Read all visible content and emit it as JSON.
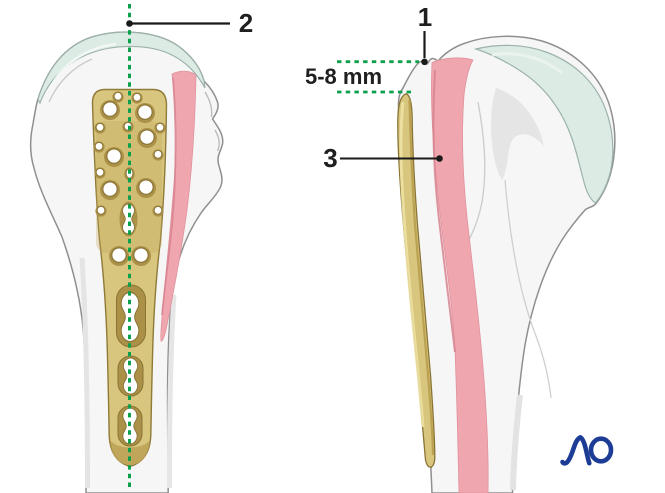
{
  "callouts": {
    "one": "1",
    "two": "2",
    "three": "3"
  },
  "dimension_label": "5-8 mm",
  "logo": {
    "text": "AO"
  },
  "colors": {
    "guide_green": "#0da04c",
    "plate_gold": "#d8c67e",
    "plate_gold_shadow": "#ab9148",
    "plate_rim": "#8a7434",
    "tendon_pink": "#f0a6ae",
    "tendon_pink_edge": "#d7838f",
    "cartilage_teal": "#dcebe4",
    "bone_fill": "#f6f6f6",
    "bone_outline": "#8f8f8f",
    "callout_ink": "#1f1f1f",
    "logo_blue": "#1c3c96",
    "background": "#ffffff"
  }
}
